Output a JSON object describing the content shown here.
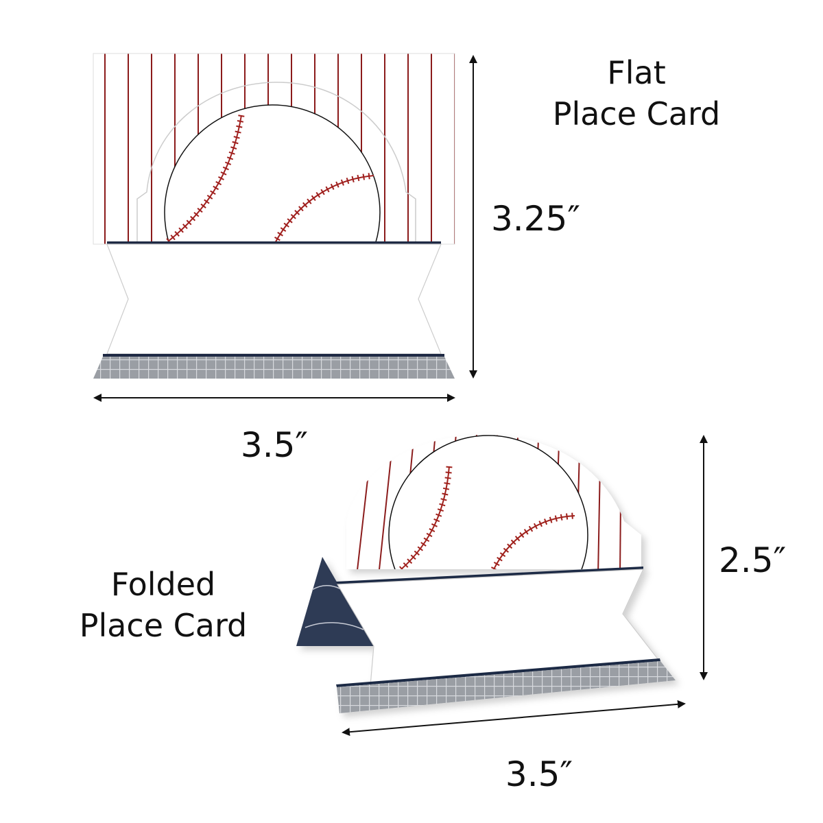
{
  "flat_card": {
    "title_line1": "Flat",
    "title_line2": "Place Card",
    "height_dimension": "3.25″",
    "width_dimension": "3.5″"
  },
  "folded_card": {
    "title_line1": "Folded",
    "title_line2": "Place Card",
    "height_dimension": "2.5″",
    "width_dimension": "3.5″"
  },
  "colors": {
    "pinstripe": "#8b1a1a",
    "stitch": "#a0201e",
    "navy": "#1f2a44",
    "plaid": "#9a9ea4",
    "arrow": "#111111"
  }
}
